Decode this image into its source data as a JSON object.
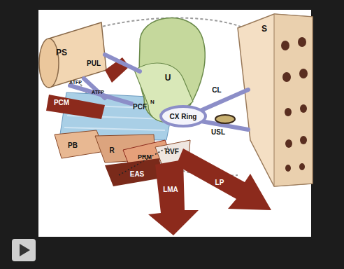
{
  "diagram": {
    "nodes": [
      {
        "text": [
          "PS"
        ]
      },
      {
        "text": [
          "U"
        ]
      },
      {
        "text": [
          "S"
        ]
      }
    ],
    "labels": [
      "PUL",
      "ATFP",
      "ATFP",
      "PCM",
      "N",
      "PCF",
      "CL",
      "CX Ring",
      "USL",
      "PB",
      "R",
      "PRM",
      "RVF",
      "EAS",
      "LMA",
      "LP"
    ]
  }
}
